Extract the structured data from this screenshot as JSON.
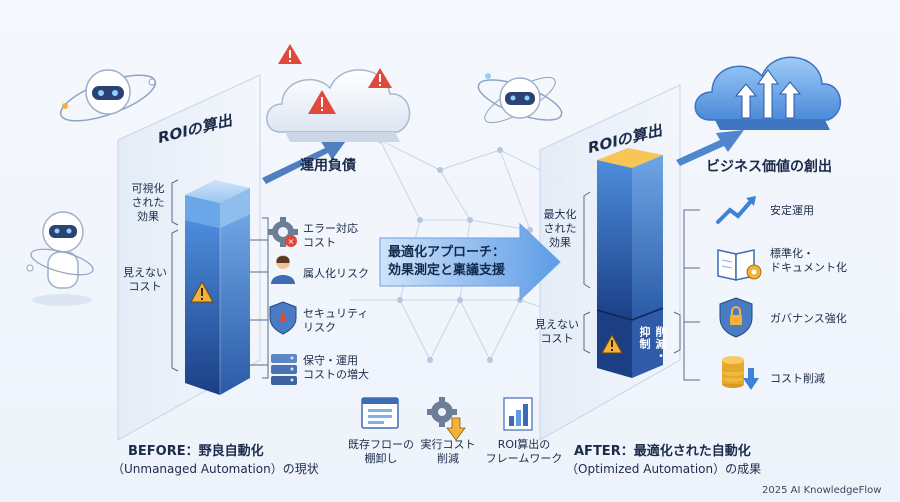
{
  "before": {
    "panel_title": "ROIの算出",
    "visible_effect": "可視化\nされた\n効果",
    "hidden_cost": "見えない\nコスト",
    "debt_label": "運用負債",
    "items": [
      {
        "label": "エラー対応\nコスト",
        "icon": "gear-error-icon"
      },
      {
        "label": "属人化リスク",
        "icon": "person-icon"
      },
      {
        "label": "セキュリティ\nリスク",
        "icon": "shield-alert-icon"
      },
      {
        "label": "保守・運用\nコストの増大",
        "icon": "server-stack-icon"
      }
    ],
    "footer_title": "BEFORE：野良自動化",
    "footer_sub": "（Unmanaged Automation）の現状"
  },
  "approach": {
    "line1": "最適化アプローチ：",
    "line2": "効果測定と稟議支援"
  },
  "tools": [
    {
      "label": "既存フローの\n棚卸し",
      "icon": "window-list-icon"
    },
    {
      "label": "実行コスト\n削減",
      "icon": "gear-down-icon"
    },
    {
      "label": "ROI算出の\nフレームワーク",
      "icon": "bar-chart-icon"
    }
  ],
  "after": {
    "panel_title": "ROIの算出",
    "max_effect": "最大化\nされた\n効果",
    "hidden_cost": "見えない\nコスト",
    "reduce_label": "削減・\n抑制",
    "value_label": "ビジネス価値の創出",
    "items": [
      {
        "label": "安定運用",
        "icon": "trend-up-icon"
      },
      {
        "label": "標準化・\nドキュメント化",
        "icon": "book-gear-icon"
      },
      {
        "label": "ガバナンス強化",
        "icon": "shield-lock-icon"
      },
      {
        "label": "コスト削減",
        "icon": "coins-down-icon"
      }
    ],
    "footer_title": "AFTER：最適化された自動化",
    "footer_sub": "（Optimized Automation）の成果"
  },
  "copyright": "2025 AI KnowledgeFlow",
  "colors": {
    "blue_dark": "#1f4e9c",
    "blue_light": "#7fb3ea",
    "orange": "#f4b23c",
    "warning_red": "#e04a3a"
  }
}
